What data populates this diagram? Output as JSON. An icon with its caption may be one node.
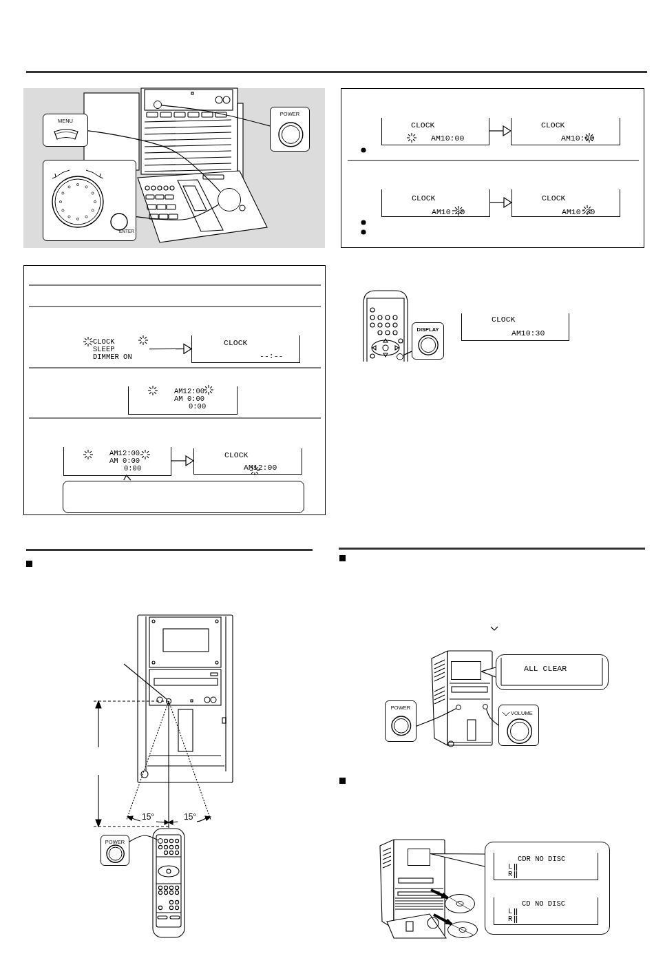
{
  "diagram": {
    "nodes": [
      {
        "text": [
          "MENU"
        ]
      },
      {
        "text": [
          "POWER"
        ]
      },
      {
        "text": [
          "ENTER"
        ]
      },
      {
        "text": [],
        "shape": "circle"
      },
      {
        "text": [],
        "shape": "circle"
      },
      {
        "text": [],
        "shape": "box"
      },
      {
        "text": [
          "CLOCK",
          "AM10:00"
        ],
        "in": 5
      },
      {
        "text": [
          "CLOCK",
          "AM10:00"
        ],
        "in": 5
      },
      {
        "text": [
          "CLOCK",
          "AM10:30"
        ],
        "in": 5
      },
      {
        "text": [
          "CLOCK",
          "AM10:30"
        ],
        "in": 5
      },
      {
        "text": [],
        "shape": "box"
      },
      {
        "text": [
          "CLOCK",
          "SLEEP",
          "DIMMER ON"
        ],
        "in": 10
      },
      {
        "text": [
          "CLOCK",
          "--:--"
        ],
        "in": 10
      },
      {
        "text": [
          "AM12:00",
          "AM 0:00",
          "0:00"
        ],
        "in": 10
      },
      {
        "text": [
          "AM12:00",
          "AM 0:00",
          "0:00"
        ],
        "in": 10
      },
      {
        "text": [
          "CLOCK",
          "AM12:00"
        ],
        "in": 10
      },
      {
        "text": [],
        "shape": "box",
        "in": 10
      },
      {
        "text": [],
        "shape": "circle"
      },
      {
        "text": [
          "DISPLAY"
        ]
      },
      {
        "text": [
          "CLOCK",
          "AM10:30"
        ]
      },
      {
        "text": [],
        "shape": "circle"
      },
      {
        "text": [
          "POWER"
        ]
      },
      {
        "text": [
          "ALL CLEAR"
        ]
      },
      {
        "text": [],
        "shape": "box"
      },
      {
        "text": [
          "POWER"
        ]
      },
      {
        "text": [],
        "shape": "circle"
      },
      {
        "text": [
          "VOLUME"
        ]
      },
      {
        "text": [],
        "shape": "circle"
      },
      {
        "text": [],
        "shape": "box"
      },
      {
        "text": [
          "CDR NO DISC",
          "L",
          "R"
        ],
        "in": 28
      },
      {
        "text": [
          "CD NO DISC",
          "L",
          "R"
        ],
        "in": 28
      },
      {
        "text": [],
        "shape": "box"
      },
      {
        "text": [],
        "shape": "disc"
      },
      {
        "text": [],
        "shape": "disc"
      }
    ],
    "edges": [
      {
        "from": 0,
        "to": 3,
        "arrow": "none"
      },
      {
        "from": 2,
        "to": 3,
        "arrow": "none"
      },
      {
        "from": 1,
        "to": 4,
        "arrow": "none"
      },
      {
        "from": 6,
        "to": 7,
        "arrow": "to"
      },
      {
        "from": 8,
        "to": 9,
        "arrow": "to"
      },
      {
        "from": 11,
        "to": 12,
        "arrow": "to"
      },
      {
        "from": 14,
        "to": 15,
        "arrow": "to"
      },
      {
        "from": 16,
        "to": 14,
        "arrow": "none"
      },
      {
        "from": 18,
        "to": 17,
        "arrow": "none"
      },
      {
        "from": 21,
        "to": 20,
        "arrow": "none"
      },
      {
        "from": 22,
        "to": 23,
        "arrow": "none"
      },
      {
        "from": 24,
        "to": 25,
        "arrow": "none"
      },
      {
        "from": 26,
        "to": 27,
        "arrow": "none"
      },
      {
        "from": 28,
        "to": 31,
        "arrow": "none"
      },
      {
        "from": null,
        "to": 32,
        "arrow": "to",
        "style": "thick"
      },
      {
        "from": null,
        "to": 33,
        "arrow": "to",
        "style": "thick"
      }
    ],
    "labels": [
      "15°",
      "15°"
    ]
  }
}
